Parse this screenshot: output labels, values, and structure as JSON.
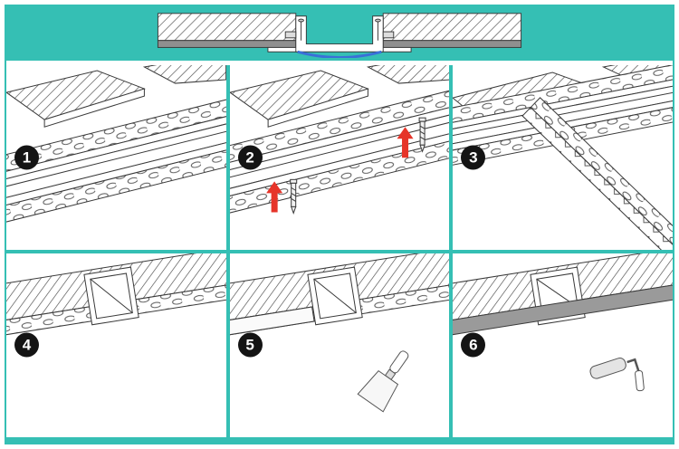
{
  "title": "Recessed LED aluminium profile installation steps",
  "colors": {
    "accent_teal": "#35bfb4",
    "line": "#3a3a3a",
    "arrow_red": "#e63429",
    "paint_gray": "#9a9a9a",
    "diffuser_blue": "#3a6fd8",
    "board_gray": "#8f8f8f",
    "badge_bg": "#141414",
    "badge_text": "#ffffff"
  },
  "banner": {
    "name": "profile-ceiling-cross-section"
  },
  "steps": [
    {
      "number": "1"
    },
    {
      "number": "2"
    },
    {
      "number": "3"
    },
    {
      "number": "4"
    },
    {
      "number": "5"
    },
    {
      "number": "6"
    }
  ],
  "icons": {
    "step2": [
      "screw-icon",
      "red-up-arrow-icon"
    ],
    "step5": [
      "putty-knife-icon"
    ],
    "step6": [
      "paint-roller-icon"
    ]
  }
}
